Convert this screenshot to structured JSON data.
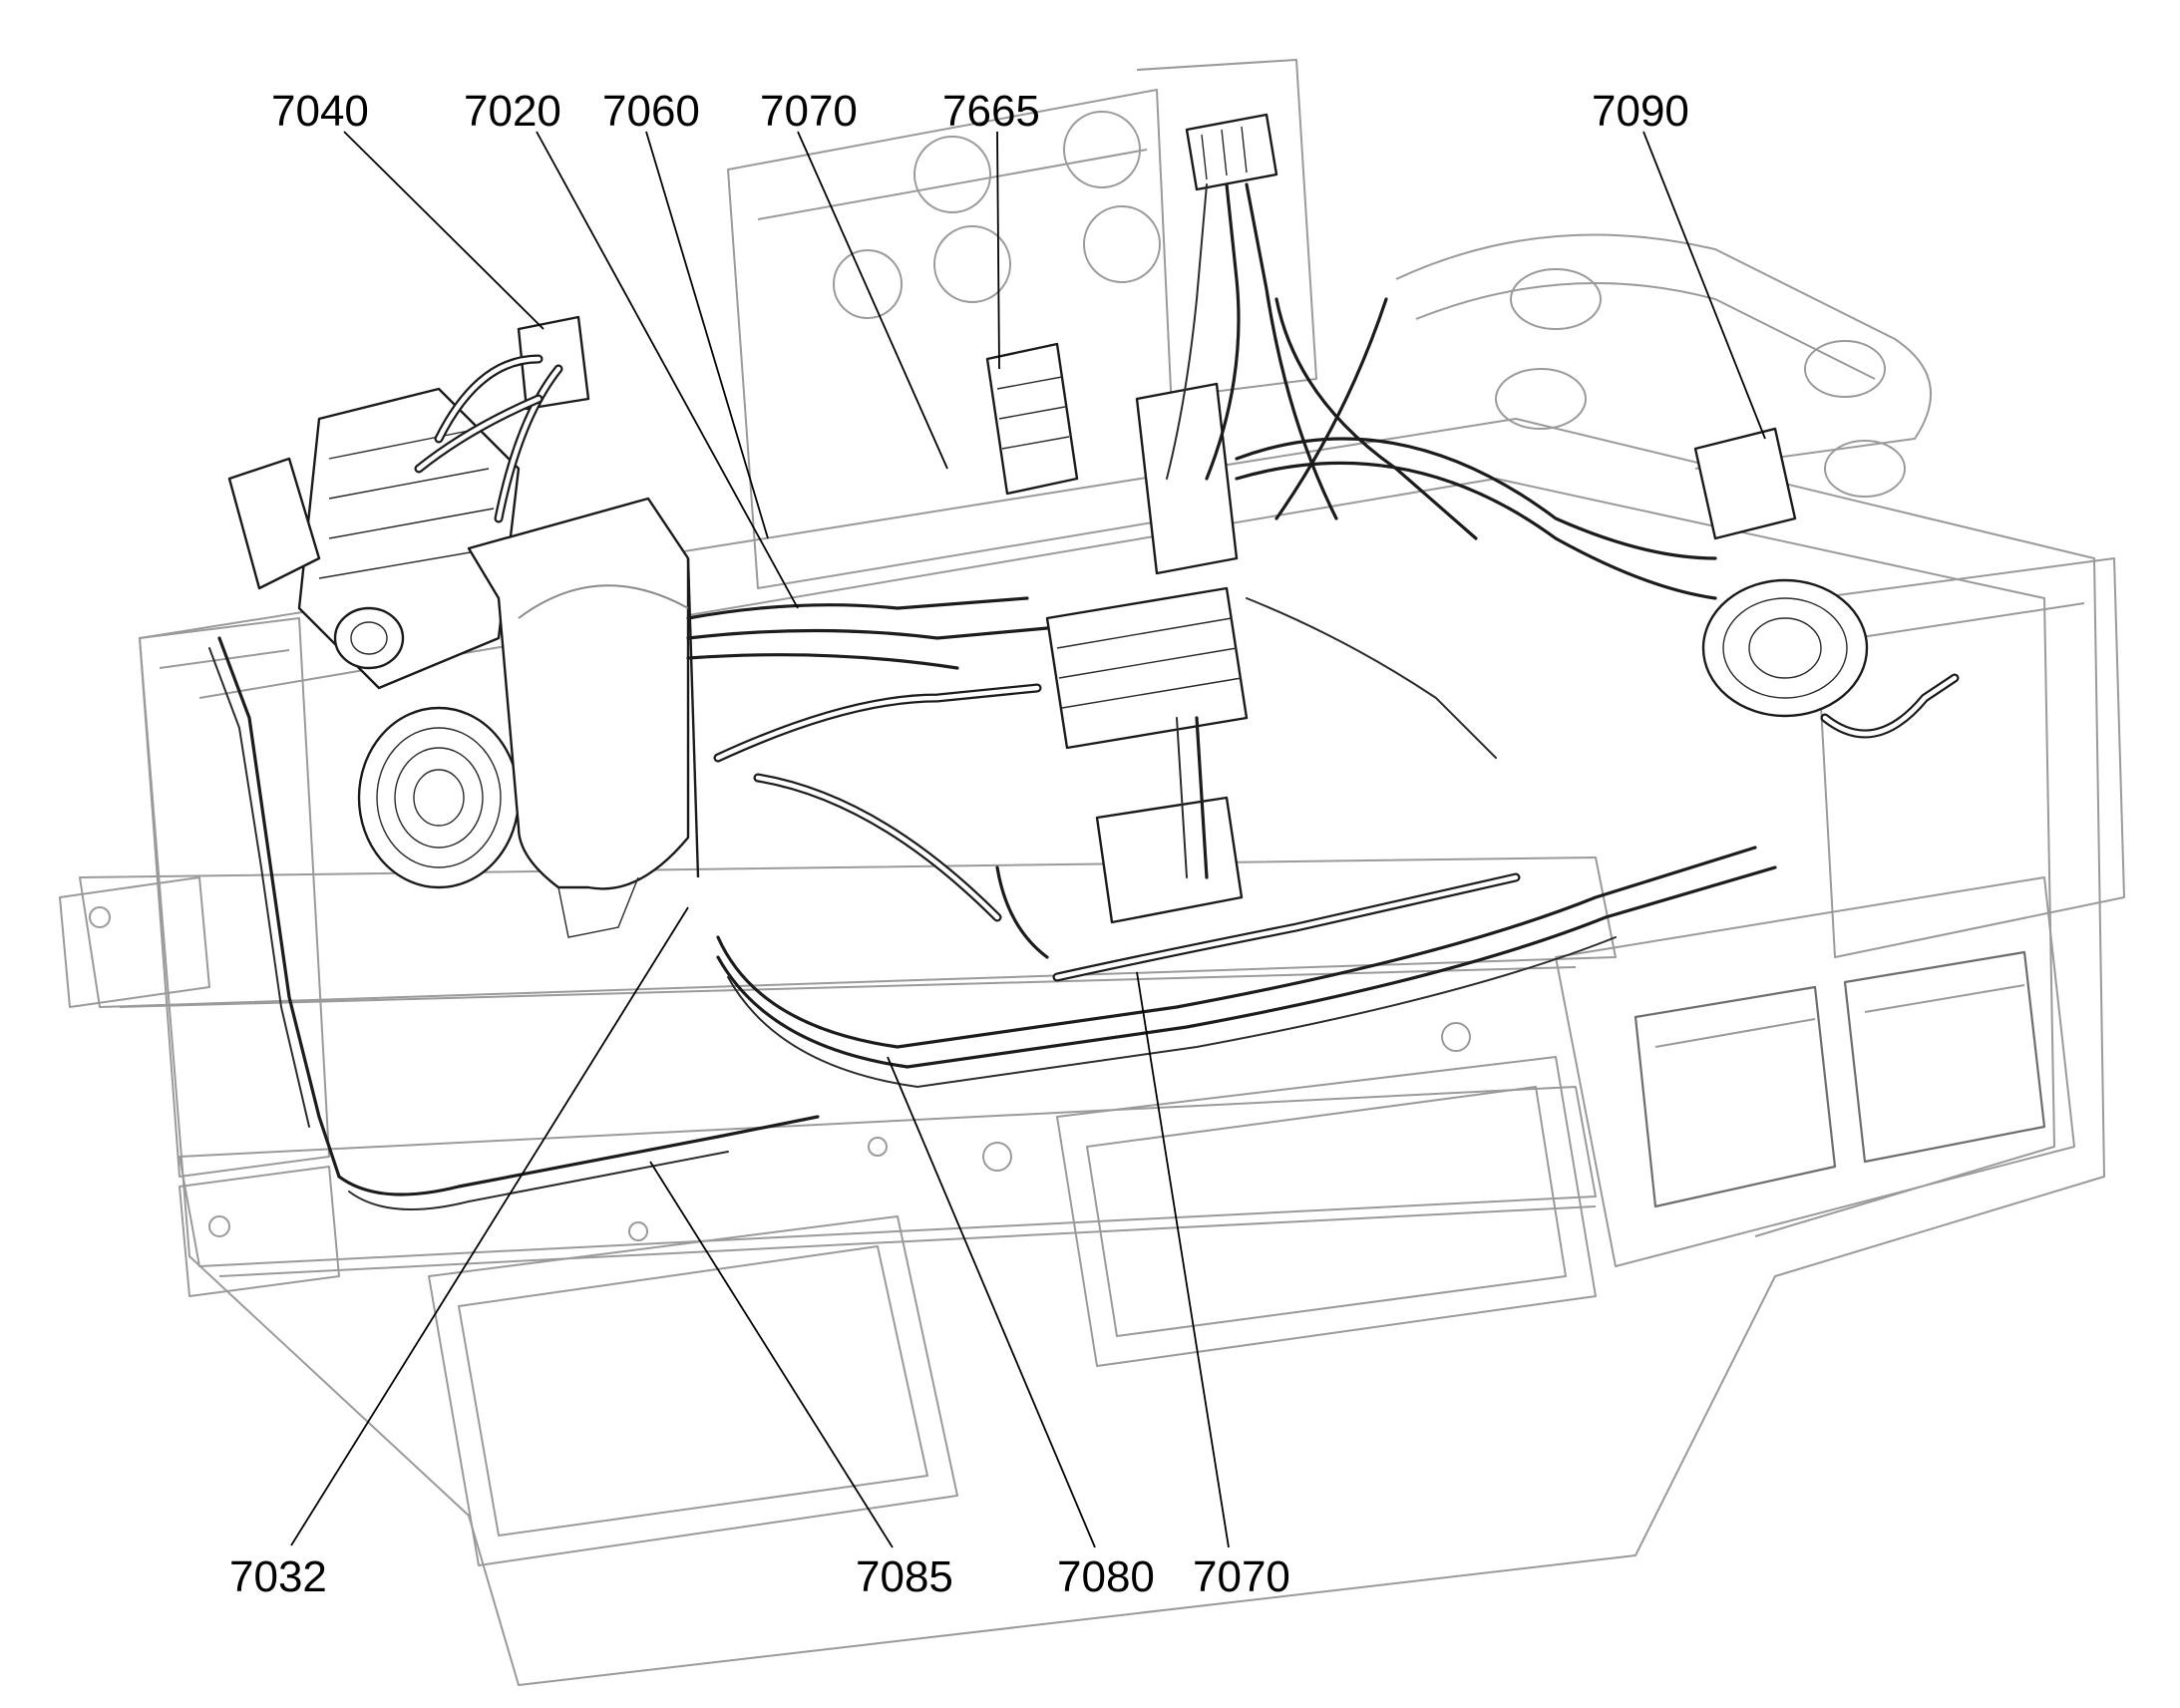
{
  "callouts": {
    "c7040_top": "7040",
    "c7020_top": "7020",
    "c7060_top": "7060",
    "c7070_top": "7070",
    "c7665_top": "7665",
    "c7090_top": "7090",
    "c7032_bottom": "7032",
    "c7085_bottom": "7085",
    "c7080_bottom": "7080",
    "c7070_bottom": "7070"
  },
  "colors": {
    "background": "#ffffff",
    "line_art": "#1c1c1c",
    "frame_ghost": "#9a9a9a",
    "text": "#000000"
  }
}
